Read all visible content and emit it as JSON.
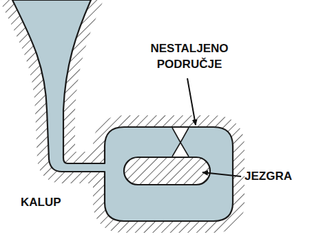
{
  "diagram": {
    "labels": [
      "NESTALJENO PODRUČJE",
      "JEZGRA",
      "KALUP"
    ]
  }
}
